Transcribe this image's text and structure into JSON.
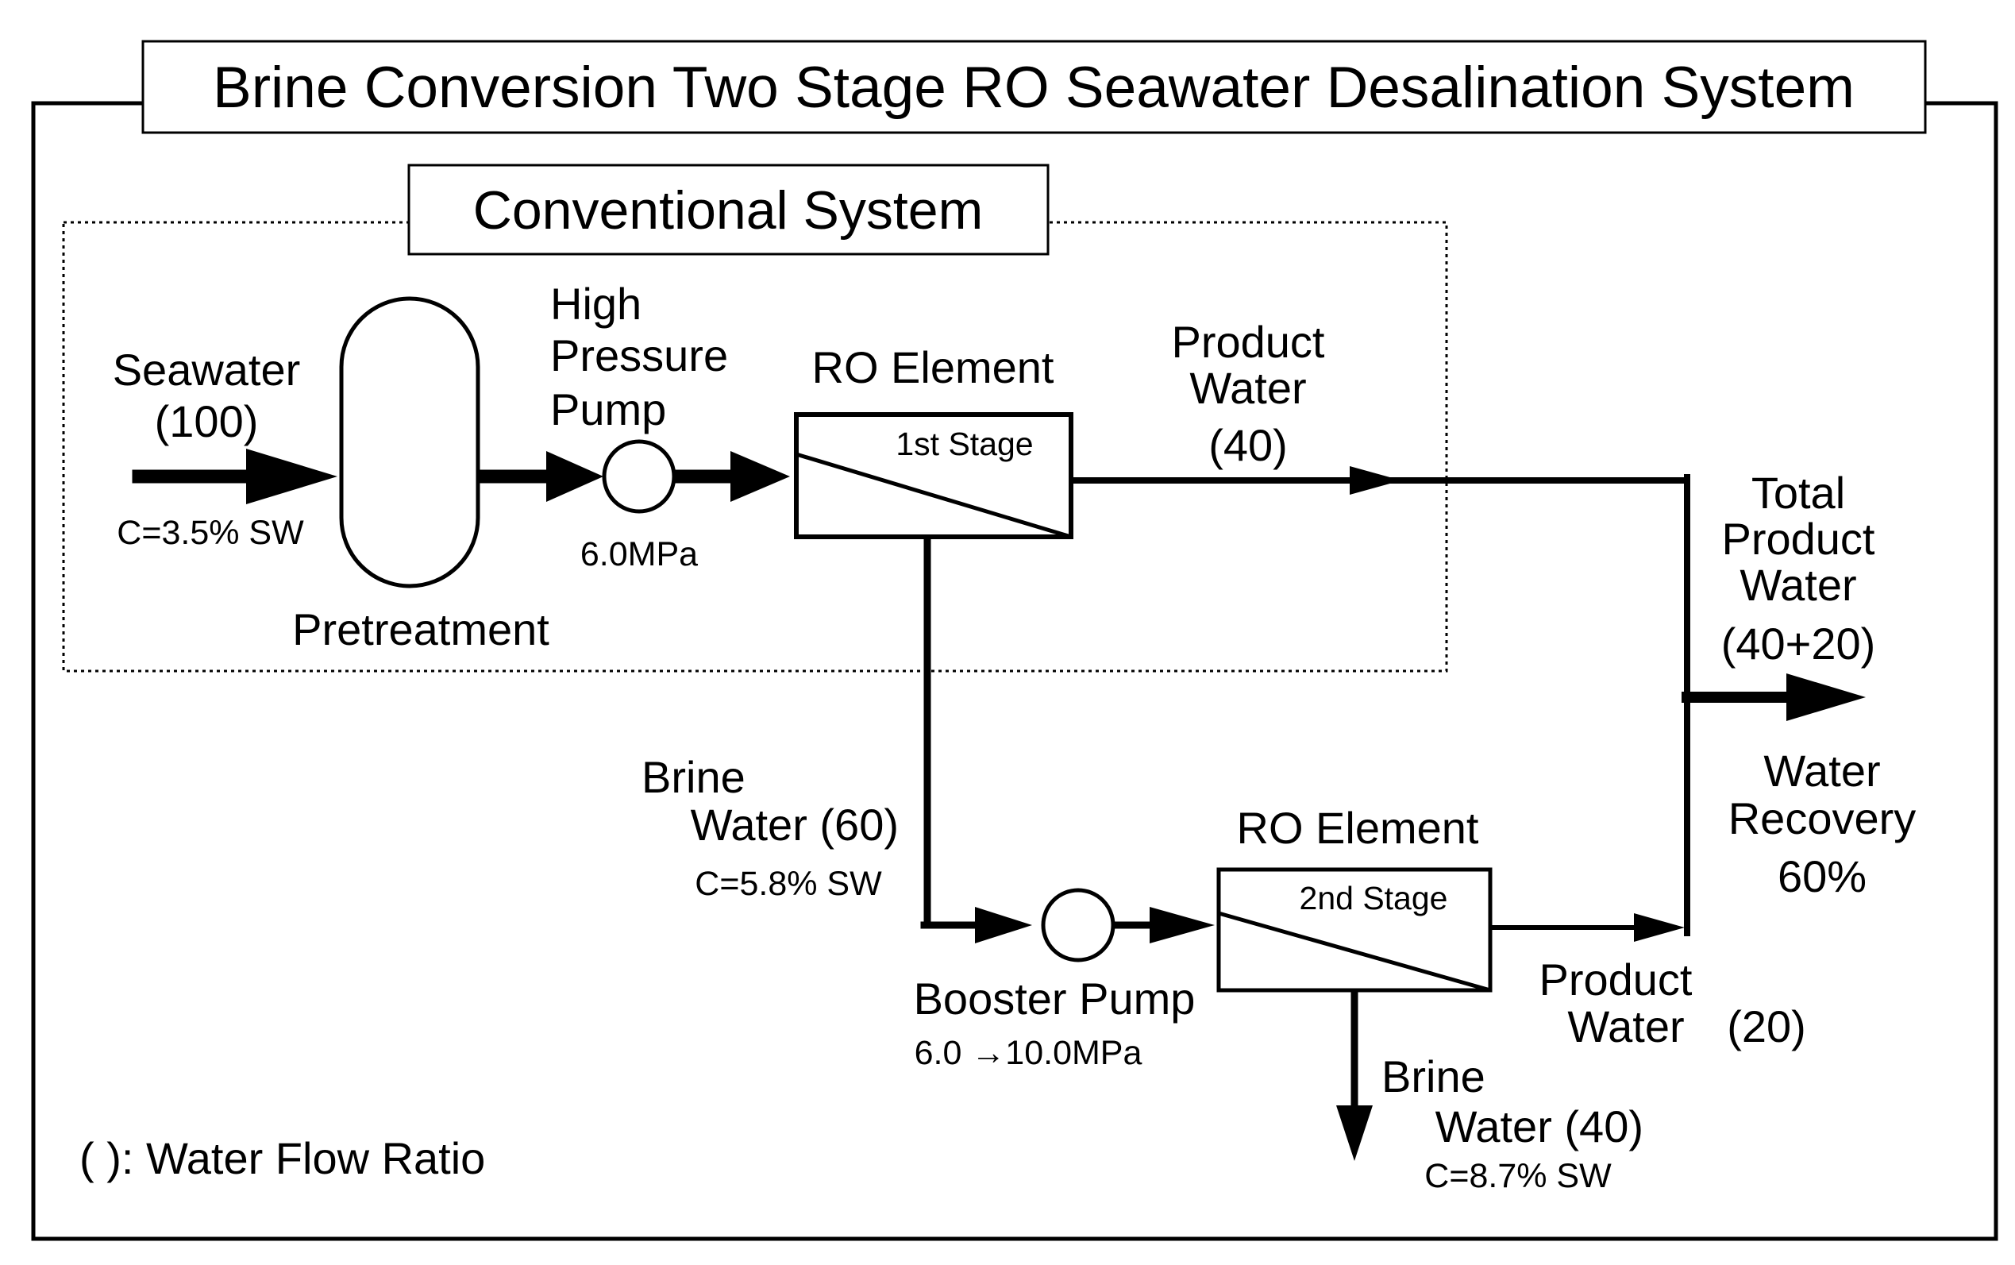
{
  "title": "Brine Conversion Two Stage RO Seawater Desalination System",
  "conventional_box_title": "Conventional System",
  "seawater": {
    "line1": "Seawater",
    "line2": "(100)",
    "concentration": "C=3.5% SW"
  },
  "pretreatment": "Pretreatment",
  "high_pressure_pump": {
    "line1": "High",
    "line2": "Pressure",
    "line3": "Pump",
    "pressure": "6.0MPa"
  },
  "ro_element_1": {
    "label": "RO Element",
    "stage": "1st Stage"
  },
  "product_water_1": {
    "line1": "Product",
    "line2": "Water",
    "line3": "(40)"
  },
  "total_product": {
    "line1": "Total",
    "line2": "Product",
    "line3": "Water",
    "line4": "(40+20)"
  },
  "water_recovery": {
    "line1": "Water",
    "line2": "Recovery",
    "line3": "60%"
  },
  "brine_water_1": {
    "line1": "Brine",
    "line2": "Water (60)",
    "concentration": "C=5.8% SW"
  },
  "booster_pump": {
    "label": "Booster Pump",
    "pressure": "6.0 →10.0MPa"
  },
  "ro_element_2": {
    "label": "RO Element",
    "stage": "2nd Stage"
  },
  "product_water_2": {
    "line1": "Product",
    "line2": "Water",
    "ratio": "(20)"
  },
  "brine_water_2": {
    "line1": "Brine",
    "line2": "Water (40)",
    "concentration": "C=8.7% SW"
  },
  "legend": "( ): Water Flow Ratio",
  "colors": {
    "line": "#000000",
    "background": "#ffffff"
  }
}
